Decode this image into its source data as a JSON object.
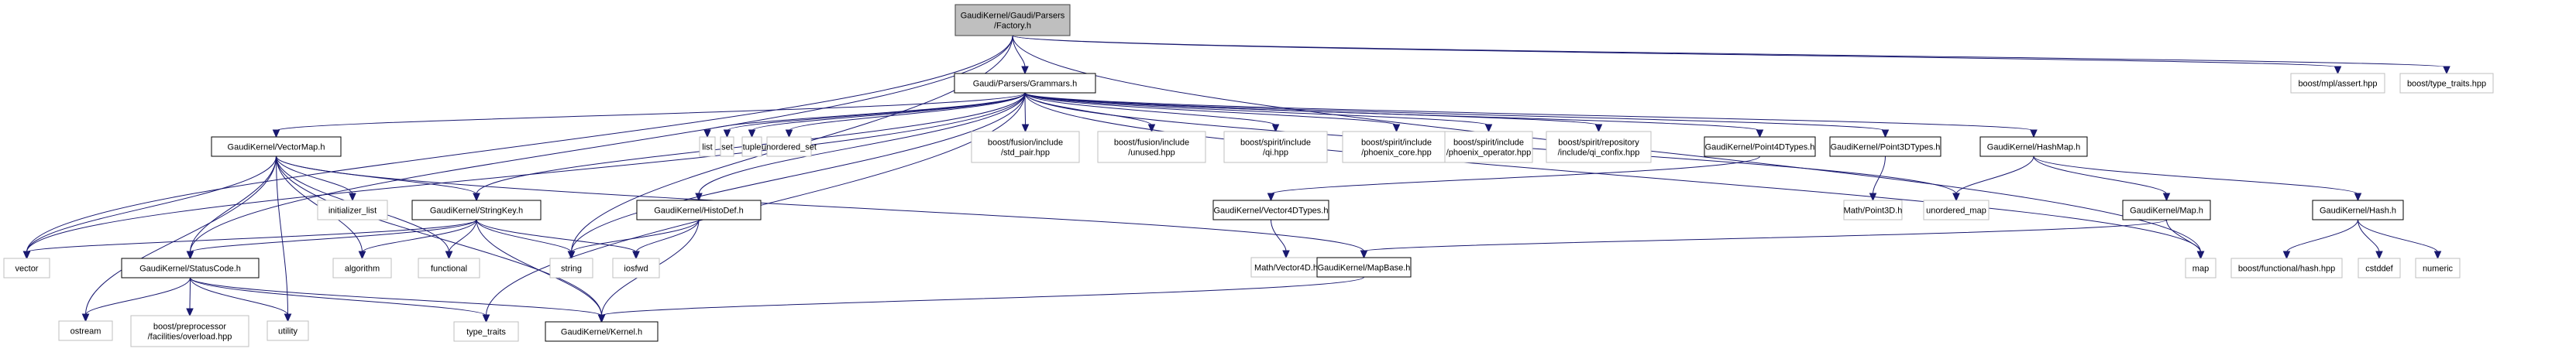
{
  "diagram": {
    "type": "include-dependency-graph",
    "colors": {
      "edge": "#191970",
      "root_fill": "#bfbfbf",
      "root_border": "#404040",
      "internal_border": "#000000",
      "external_border": "#bfbfbf",
      "background": "#ffffff"
    },
    "nodes": [
      {
        "id": "factory",
        "label": [
          "GaudiKernel/Gaudi/Parsers",
          "/Factory.h"
        ],
        "kind": "root"
      },
      {
        "id": "grammars",
        "label": [
          "Gaudi/Parsers/Grammars.h"
        ],
        "kind": "internal"
      },
      {
        "id": "mpl_assert",
        "label": [
          "boost/mpl/assert.hpp"
        ],
        "kind": "external"
      },
      {
        "id": "boost_type_traits",
        "label": [
          "boost/type_traits.hpp"
        ],
        "kind": "external"
      },
      {
        "id": "vectormap",
        "label": [
          "GaudiKernel/VectorMap.h"
        ],
        "kind": "internal"
      },
      {
        "id": "list",
        "label": [
          "list"
        ],
        "kind": "external"
      },
      {
        "id": "set",
        "label": [
          "set"
        ],
        "kind": "external"
      },
      {
        "id": "tuple",
        "label": [
          "tuple"
        ],
        "kind": "external"
      },
      {
        "id": "unordered_set",
        "label": [
          "unordered_set"
        ],
        "kind": "external"
      },
      {
        "id": "std_pair",
        "label": [
          "boost/fusion/include",
          "/std_pair.hpp"
        ],
        "kind": "external"
      },
      {
        "id": "unused",
        "label": [
          "boost/fusion/include",
          "/unused.hpp"
        ],
        "kind": "external"
      },
      {
        "id": "qi",
        "label": [
          "boost/spirit/include",
          "/qi.hpp"
        ],
        "kind": "external"
      },
      {
        "id": "phoenix_core",
        "label": [
          "boost/spirit/include",
          "/phoenix_core.hpp"
        ],
        "kind": "external"
      },
      {
        "id": "phoenix_operator",
        "label": [
          "boost/spirit/include",
          "/phoenix_operator.hpp"
        ],
        "kind": "external"
      },
      {
        "id": "qi_confix",
        "label": [
          "boost/spirit/repository",
          "/include/qi_confix.hpp"
        ],
        "kind": "external"
      },
      {
        "id": "point4d",
        "label": [
          "GaudiKernel/Point4DTypes.h"
        ],
        "kind": "internal"
      },
      {
        "id": "point3d",
        "label": [
          "GaudiKernel/Point3DTypes.h"
        ],
        "kind": "internal"
      },
      {
        "id": "hashmap",
        "label": [
          "GaudiKernel/HashMap.h"
        ],
        "kind": "internal"
      },
      {
        "id": "initializer_list",
        "label": [
          "initializer_list"
        ],
        "kind": "external"
      },
      {
        "id": "stringkey",
        "label": [
          "GaudiKernel/StringKey.h"
        ],
        "kind": "internal"
      },
      {
        "id": "histodef",
        "label": [
          "GaudiKernel/HistoDef.h"
        ],
        "kind": "internal"
      },
      {
        "id": "vector4d",
        "label": [
          "GaudiKernel/Vector4DTypes.h"
        ],
        "kind": "internal"
      },
      {
        "id": "math_point3d",
        "label": [
          "Math/Point3D.h"
        ],
        "kind": "external"
      },
      {
        "id": "unordered_map",
        "label": [
          "unordered_map"
        ],
        "kind": "external"
      },
      {
        "id": "map_h",
        "label": [
          "GaudiKernel/Map.h"
        ],
        "kind": "internal"
      },
      {
        "id": "hash_h",
        "label": [
          "GaudiKernel/Hash.h"
        ],
        "kind": "internal"
      },
      {
        "id": "vector",
        "label": [
          "vector"
        ],
        "kind": "external"
      },
      {
        "id": "statuscode",
        "label": [
          "GaudiKernel/StatusCode.h"
        ],
        "kind": "internal"
      },
      {
        "id": "algorithm",
        "label": [
          "algorithm"
        ],
        "kind": "external"
      },
      {
        "id": "functional",
        "label": [
          "functional"
        ],
        "kind": "external"
      },
      {
        "id": "string",
        "label": [
          "string"
        ],
        "kind": "external"
      },
      {
        "id": "iosfwd",
        "label": [
          "iosfwd"
        ],
        "kind": "external"
      },
      {
        "id": "math_vector4d",
        "label": [
          "Math/Vector4D.h"
        ],
        "kind": "external"
      },
      {
        "id": "mapbase",
        "label": [
          "GaudiKernel/MapBase.h"
        ],
        "kind": "internal"
      },
      {
        "id": "map",
        "label": [
          "map"
        ],
        "kind": "external"
      },
      {
        "id": "boost_hash",
        "label": [
          "boost/functional/hash.hpp"
        ],
        "kind": "external"
      },
      {
        "id": "cstddef",
        "label": [
          "cstddef"
        ],
        "kind": "external"
      },
      {
        "id": "numeric",
        "label": [
          "numeric"
        ],
        "kind": "external"
      },
      {
        "id": "ostream",
        "label": [
          "ostream"
        ],
        "kind": "external"
      },
      {
        "id": "overload",
        "label": [
          "boost/preprocessor",
          "/facilities/overload.hpp"
        ],
        "kind": "external"
      },
      {
        "id": "utility",
        "label": [
          "utility"
        ],
        "kind": "external"
      },
      {
        "id": "type_traits",
        "label": [
          "type_traits"
        ],
        "kind": "external"
      },
      {
        "id": "kernel",
        "label": [
          "GaudiKernel/Kernel.h"
        ],
        "kind": "internal"
      }
    ],
    "edges": [
      [
        "factory",
        "grammars"
      ],
      [
        "factory",
        "mpl_assert"
      ],
      [
        "factory",
        "boost_type_traits"
      ],
      [
        "factory",
        "vector"
      ],
      [
        "factory",
        "string"
      ],
      [
        "factory",
        "map"
      ],
      [
        "factory",
        "statuscode"
      ],
      [
        "grammars",
        "vectormap"
      ],
      [
        "grammars",
        "list"
      ],
      [
        "grammars",
        "set"
      ],
      [
        "grammars",
        "tuple"
      ],
      [
        "grammars",
        "unordered_set"
      ],
      [
        "grammars",
        "std_pair"
      ],
      [
        "grammars",
        "unused"
      ],
      [
        "grammars",
        "qi"
      ],
      [
        "grammars",
        "phoenix_core"
      ],
      [
        "grammars",
        "phoenix_operator"
      ],
      [
        "grammars",
        "qi_confix"
      ],
      [
        "grammars",
        "point4d"
      ],
      [
        "grammars",
        "point3d"
      ],
      [
        "grammars",
        "hashmap"
      ],
      [
        "grammars",
        "vector"
      ],
      [
        "grammars",
        "string"
      ],
      [
        "grammars",
        "stringkey"
      ],
      [
        "grammars",
        "histodef"
      ],
      [
        "grammars",
        "unordered_map"
      ],
      [
        "grammars",
        "map"
      ],
      [
        "grammars",
        "type_traits"
      ],
      [
        "vectormap",
        "vector"
      ],
      [
        "vectormap",
        "statuscode"
      ],
      [
        "vectormap",
        "initializer_list"
      ],
      [
        "vectormap",
        "stringkey"
      ],
      [
        "vectormap",
        "algorithm"
      ],
      [
        "vectormap",
        "functional"
      ],
      [
        "vectormap",
        "ostream"
      ],
      [
        "vectormap",
        "utility"
      ],
      [
        "vectormap",
        "mapbase"
      ],
      [
        "vectormap",
        "kernel"
      ],
      [
        "stringkey",
        "vector"
      ],
      [
        "stringkey",
        "statuscode"
      ],
      [
        "stringkey",
        "algorithm"
      ],
      [
        "stringkey",
        "functional"
      ],
      [
        "stringkey",
        "string"
      ],
      [
        "stringkey",
        "iosfwd"
      ],
      [
        "stringkey",
        "kernel"
      ],
      [
        "histodef",
        "string"
      ],
      [
        "histodef",
        "iosfwd"
      ],
      [
        "histodef",
        "kernel"
      ],
      [
        "statuscode",
        "ostream"
      ],
      [
        "statuscode",
        "overload"
      ],
      [
        "statuscode",
        "utility"
      ],
      [
        "statuscode",
        "type_traits"
      ],
      [
        "statuscode",
        "kernel"
      ],
      [
        "point4d",
        "vector4d"
      ],
      [
        "vector4d",
        "math_vector4d"
      ],
      [
        "point3d",
        "math_point3d"
      ],
      [
        "hashmap",
        "unordered_map"
      ],
      [
        "hashmap",
        "map_h"
      ],
      [
        "hashmap",
        "hash_h"
      ],
      [
        "map_h",
        "map"
      ],
      [
        "map_h",
        "mapbase"
      ],
      [
        "mapbase",
        "kernel"
      ],
      [
        "hash_h",
        "boost_hash"
      ],
      [
        "hash_h",
        "cstddef"
      ],
      [
        "hash_h",
        "numeric"
      ]
    ]
  }
}
